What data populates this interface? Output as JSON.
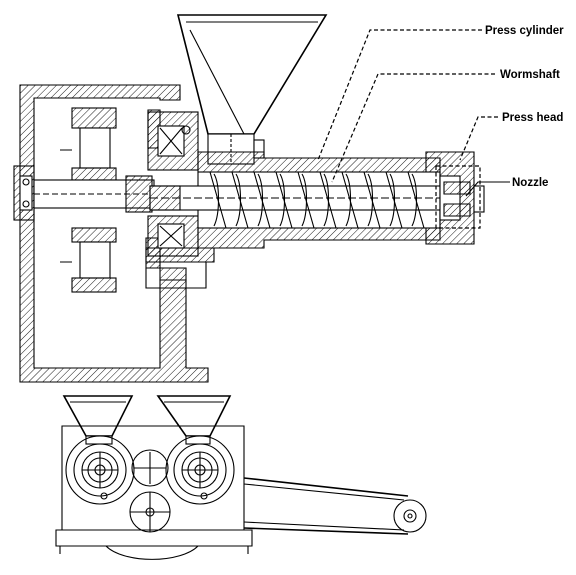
{
  "labels": {
    "press_cylinder": "Press cylinder",
    "wormshaft": "Wormshaft",
    "press_head": "Press head",
    "nozzle": "Nozzle"
  }
}
